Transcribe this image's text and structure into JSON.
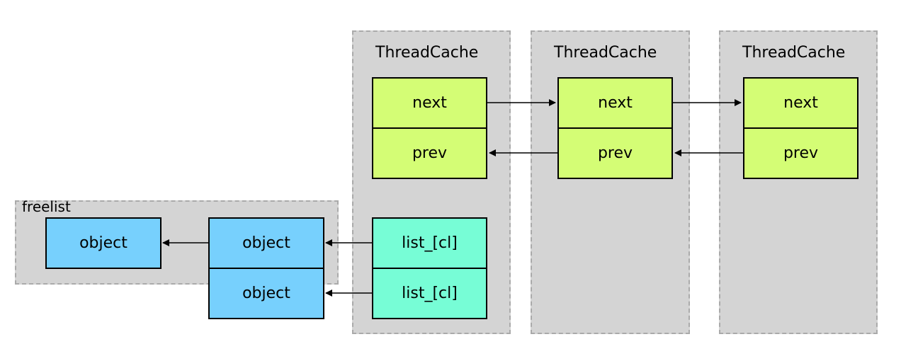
{
  "thread_caches": [
    {
      "title": "ThreadCache",
      "next": "next",
      "prev": "prev"
    },
    {
      "title": "ThreadCache",
      "next": "next",
      "prev": "prev"
    },
    {
      "title": "ThreadCache",
      "next": "next",
      "prev": "prev"
    }
  ],
  "lists": [
    "list_[cl]",
    "list_[cl]"
  ],
  "freelist": {
    "title": "freelist",
    "objects": [
      "object",
      "object"
    ]
  },
  "extra_object": "object",
  "colors": {
    "group_bg": "#d4d4d4",
    "thread_cache_field": "#d4fd75",
    "list_field": "#77fdd6",
    "object": "#77d0fd"
  }
}
